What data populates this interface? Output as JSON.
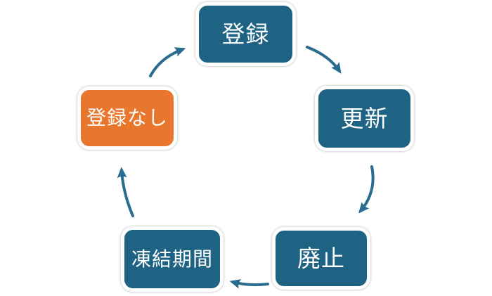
{
  "diagram": {
    "type": "cycle",
    "background_color": "#FFFFFF",
    "node_border_color": "#FFFFFF",
    "node_text_color": "#FFFFFF",
    "arrow_color": "#2A6C8E",
    "nodes": [
      {
        "id": "touroku",
        "label": "登録",
        "color": "#1F6384",
        "position": "top"
      },
      {
        "id": "koushin",
        "label": "更新",
        "color": "#1F6384",
        "position": "right"
      },
      {
        "id": "haishi",
        "label": "廃止",
        "color": "#1F6384",
        "position": "bottom-right"
      },
      {
        "id": "touketsu-kikan",
        "label": "凍結期間",
        "color": "#1F6384",
        "position": "bottom-left"
      },
      {
        "id": "touroku-nashi",
        "label": "登録なし",
        "color": "#E8762D",
        "position": "left"
      }
    ],
    "edges": [
      {
        "from": "登録",
        "to": "更新"
      },
      {
        "from": "更新",
        "to": "廃止"
      },
      {
        "from": "廃止",
        "to": "凍結期間"
      },
      {
        "from": "凍結期間",
        "to": "登録なし"
      },
      {
        "from": "登録なし",
        "to": "登録"
      }
    ]
  }
}
